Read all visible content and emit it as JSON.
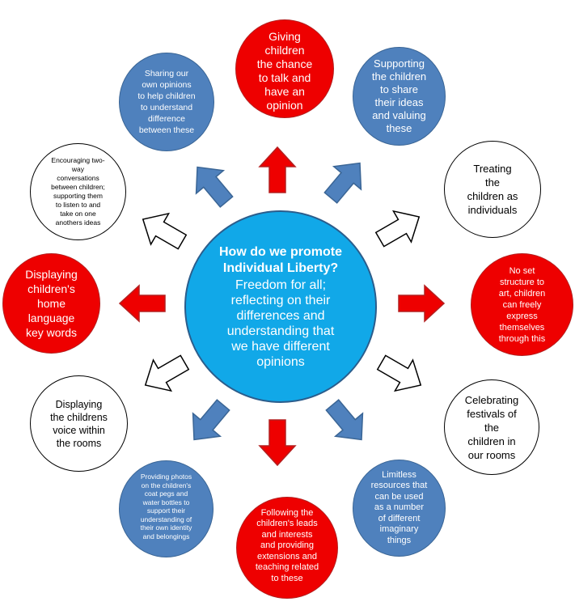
{
  "center": {
    "title": "How do we promote\nIndividual Liberty?",
    "body": "Freedom for all;\nreflecting on their\ndifferences and\nunderstanding that\nwe have different\nopinions"
  },
  "nodes": {
    "top": "Giving\nchildren\nthe chance\nto talk and\nhave an\nopinion",
    "top_right": "Supporting\nthe children\nto share\ntheir ideas\nand valuing\nthese",
    "right_upper": "Treating\nthe\nchildren as\nindividuals",
    "right": "No set\nstructure to\nart, children\ncan freely\nexpress\nthemselves\nthrough this",
    "right_lower": "Celebrating\nfestivals of\nthe\nchildren in\nour rooms",
    "bottom_right": "Limitless\nresources that\ncan be used\nas a number\nof different\nimaginary\nthings",
    "bottom": "Following the\nchildren's leads\nand interests\nand providing\nextensions and\nteaching related\nto these",
    "bottom_left": "Providing photos\non the children's\ncoat pegs and\nwater bottles to\nsupport their\nunderstanding of\ntheir own identity\nand belongings",
    "left_lower": "Displaying\nthe childrens\nvoice within\nthe rooms",
    "left": "Displaying\nchildren's\nhome\nlanguage\nkey words",
    "left_upper": "Encouraging two-\nway\nconversations\nbetween children;\nsupporting them\nto listen to and\ntake on one\nanothers ideas",
    "top_left": "Sharing our\nown opinions\nto help children\nto understand\ndifference\nbetween these"
  },
  "colors": {
    "red": "#ee0000",
    "blue": "#4f81bd",
    "white": "#ffffff",
    "center": "#11a8e8"
  }
}
